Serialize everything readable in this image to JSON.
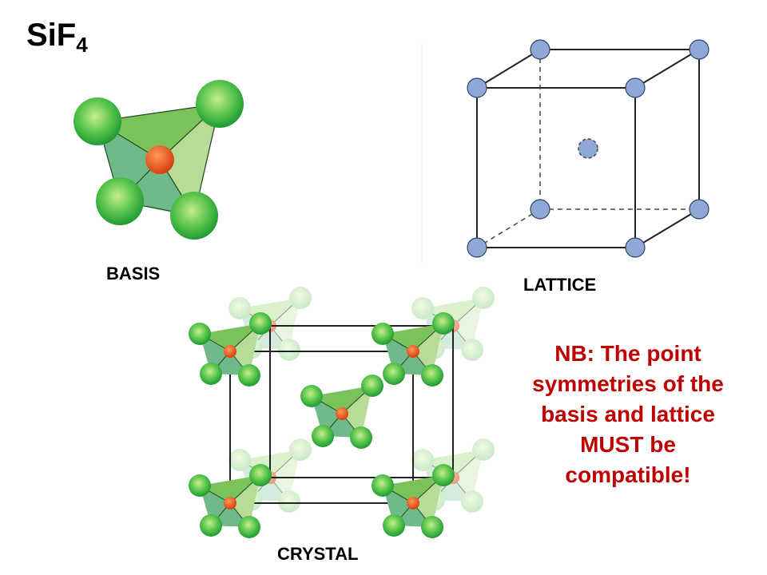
{
  "title": {
    "formula": "SiF",
    "subscript": "4"
  },
  "labels": {
    "basis": "BASIS",
    "lattice": "LATTICE",
    "crystal": "CRYSTAL"
  },
  "note": {
    "line1": "NB:  The point",
    "line2": "symmetries of the",
    "line3": "basis and lattice",
    "line4": "MUST be",
    "line5": "compatible!"
  },
  "colors": {
    "silicon": "#e8531a",
    "fluorine": "#3aae3a",
    "lattice_point": "#8fa8d6",
    "note_text": "#c00000"
  }
}
